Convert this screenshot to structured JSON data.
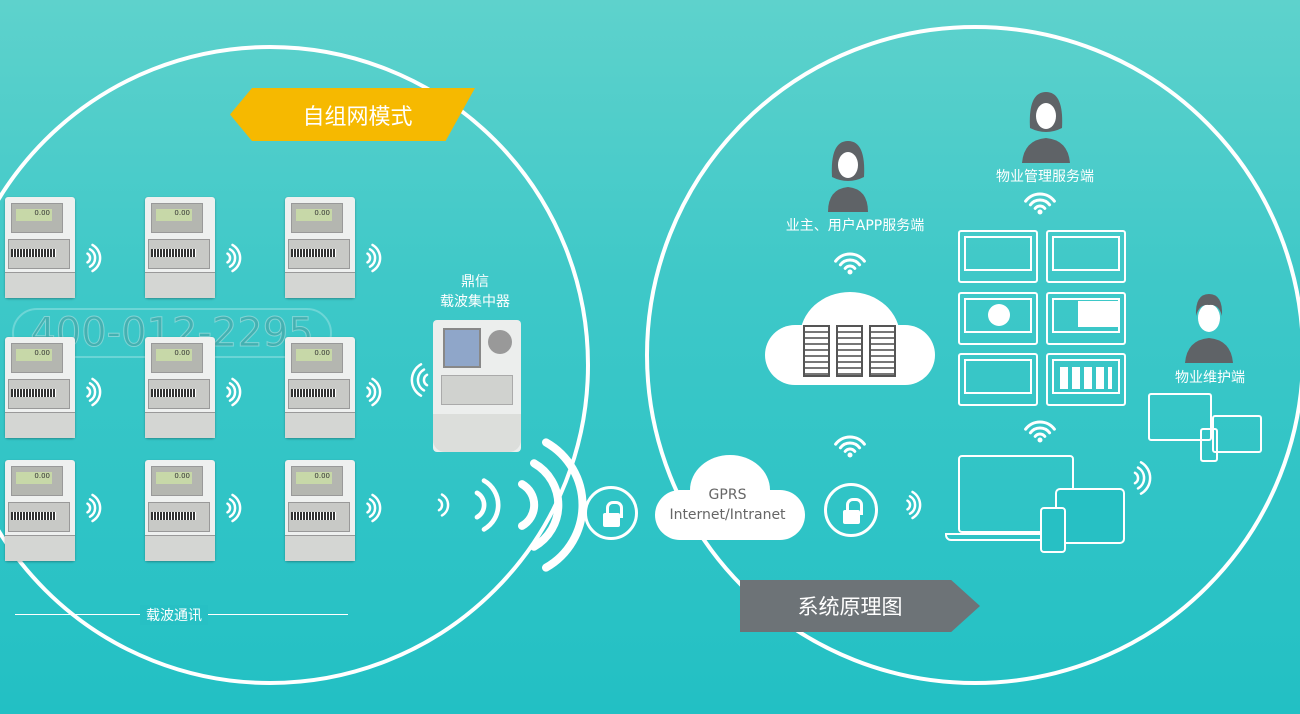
{
  "left_panel": {
    "mode_banner": "自组网模式",
    "meter_reading": "0.00",
    "concentrator_label_line1": "鼎信",
    "concentrator_label_line2": "载波集中器",
    "carrier_comm_label": "载波通讯",
    "watermark": "400-012-2295"
  },
  "network": {
    "gprs_line1": "GPRS",
    "gprs_line2": "Internet/Intranet"
  },
  "right_panel": {
    "owner_app_label": "业主、用户APP服务端",
    "property_mgmt_label": "物业管理服务端",
    "maintenance_label": "物业维护端",
    "diagram_banner": "系统原理图"
  },
  "colors": {
    "banner_yellow": "#f6b900",
    "banner_gray": "#6d7377",
    "accent_teal": "#2cc2c4"
  }
}
